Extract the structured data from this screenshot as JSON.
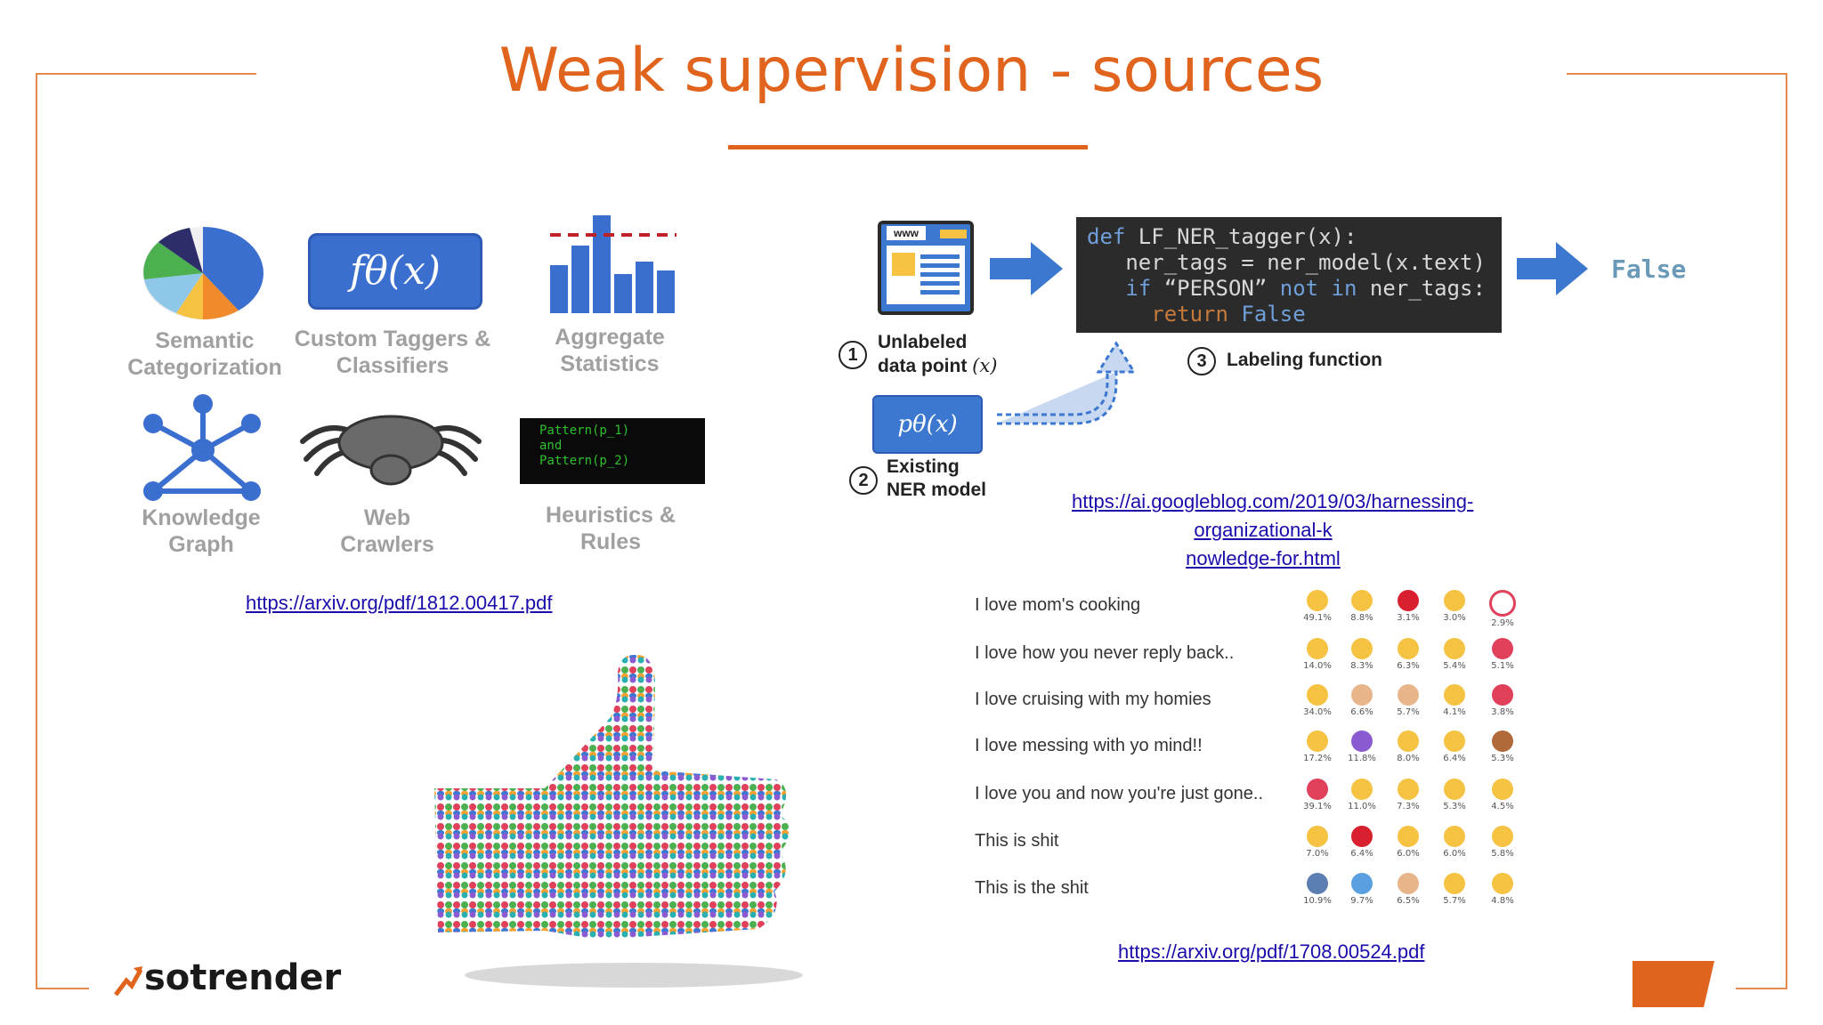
{
  "slide": {
    "title": "Weak supervision - sources",
    "brand": "sotrender"
  },
  "sources_figure": {
    "items": [
      {
        "label": "Semantic Categorization",
        "icon": "pie-chart-icon"
      },
      {
        "label": "Custom Taggers & Classifiers",
        "icon": "function-icon",
        "formula": "fθ(x)"
      },
      {
        "label": "Aggregate Statistics",
        "icon": "bar-chart-icon"
      },
      {
        "label": "Knowledge Graph",
        "icon": "graph-network-icon"
      },
      {
        "label": "Web Crawlers",
        "icon": "spider-icon"
      },
      {
        "label": "Heuristics & Rules",
        "icon": "terminal-icon",
        "code": [
          "Pattern(p_1)",
          "and",
          "Pattern(p_2)"
        ]
      }
    ],
    "link": "https://arxiv.org/pdf/1812.00417.pdf"
  },
  "labeling_function_figure": {
    "step1_label_a": "Unlabeled",
    "step1_label_b": "data point",
    "step1_var": "(x)",
    "step1_num": "1",
    "step2_label_a": "Existing",
    "step2_label_b": "NER model",
    "step2_num": "2",
    "model_formula": "pθ(x)",
    "step3_label": "Labeling function",
    "step3_num": "3",
    "code": {
      "line1_kw": "def",
      "line1_rest": " LF_NER_tagger(x):",
      "line2": "   ner_tags = ner_model(x.text)",
      "line3_kw": "   if",
      "line3_str": " “PERSON” ",
      "line3_kw2": "not in",
      "line3_rest": " ner_tags:",
      "line4_kw": "     return",
      "line4_val": " False"
    },
    "output": "False",
    "window_label": "www",
    "link_line1": "https://ai.googleblog.com/2019/03/harnessing-organizational-k",
    "link_line2": "nowledge-for.html"
  },
  "emoji_figure": {
    "rows": [
      {
        "sentence": "I love mom's cooking",
        "pcts": [
          "49.1%",
          "8.8%",
          "3.1%",
          "3.0%",
          "2.9%"
        ],
        "colors": [
          "#f5c242",
          "#f5c242",
          "#d8202e",
          "#f5c242",
          "#ffffff"
        ]
      },
      {
        "sentence": "I love how you never reply back..",
        "pcts": [
          "14.0%",
          "8.3%",
          "6.3%",
          "5.4%",
          "5.1%"
        ],
        "colors": [
          "#f5c242",
          "#f5c242",
          "#f5c242",
          "#f5c242",
          "#e0405a"
        ]
      },
      {
        "sentence": "I love cruising with my homies",
        "pcts": [
          "34.0%",
          "6.6%",
          "5.7%",
          "4.1%",
          "3.8%"
        ],
        "colors": [
          "#f5c242",
          "#e8b58a",
          "#e8b58a",
          "#f5c242",
          "#e0405a"
        ]
      },
      {
        "sentence": "I love messing with yo mind!!",
        "pcts": [
          "17.2%",
          "11.8%",
          "8.0%",
          "6.4%",
          "5.3%"
        ],
        "colors": [
          "#f5c242",
          "#8a5bd0",
          "#f5c242",
          "#f5c242",
          "#b06a3a"
        ]
      },
      {
        "sentence": "I love you and now you're just gone..",
        "pcts": [
          "39.1%",
          "11.0%",
          "7.3%",
          "5.3%",
          "4.5%"
        ],
        "colors": [
          "#e0405a",
          "#f5c242",
          "#f5c242",
          "#f5c242",
          "#f5c242"
        ]
      },
      {
        "sentence": "This is shit",
        "pcts": [
          "7.0%",
          "6.4%",
          "6.0%",
          "6.0%",
          "5.8%"
        ],
        "colors": [
          "#f5c242",
          "#d8202e",
          "#f5c242",
          "#f5c242",
          "#f5c242"
        ]
      },
      {
        "sentence": "This is the shit",
        "pcts": [
          "10.9%",
          "9.7%",
          "6.5%",
          "5.7%",
          "4.8%"
        ],
        "colors": [
          "#5a7fb0",
          "#5aa0e0",
          "#e8b58a",
          "#f5c242",
          "#f5c242"
        ]
      }
    ],
    "link": "https://arxiv.org/pdf/1708.00524.pdf"
  },
  "thumbs_up_image": {
    "icon": "crowd-thumbs-up-icon"
  },
  "colors": {
    "accent": "#e0641e",
    "frame": "#e58a4c",
    "link": "#1a0dab",
    "arrow_blue": "#3c78d0"
  }
}
